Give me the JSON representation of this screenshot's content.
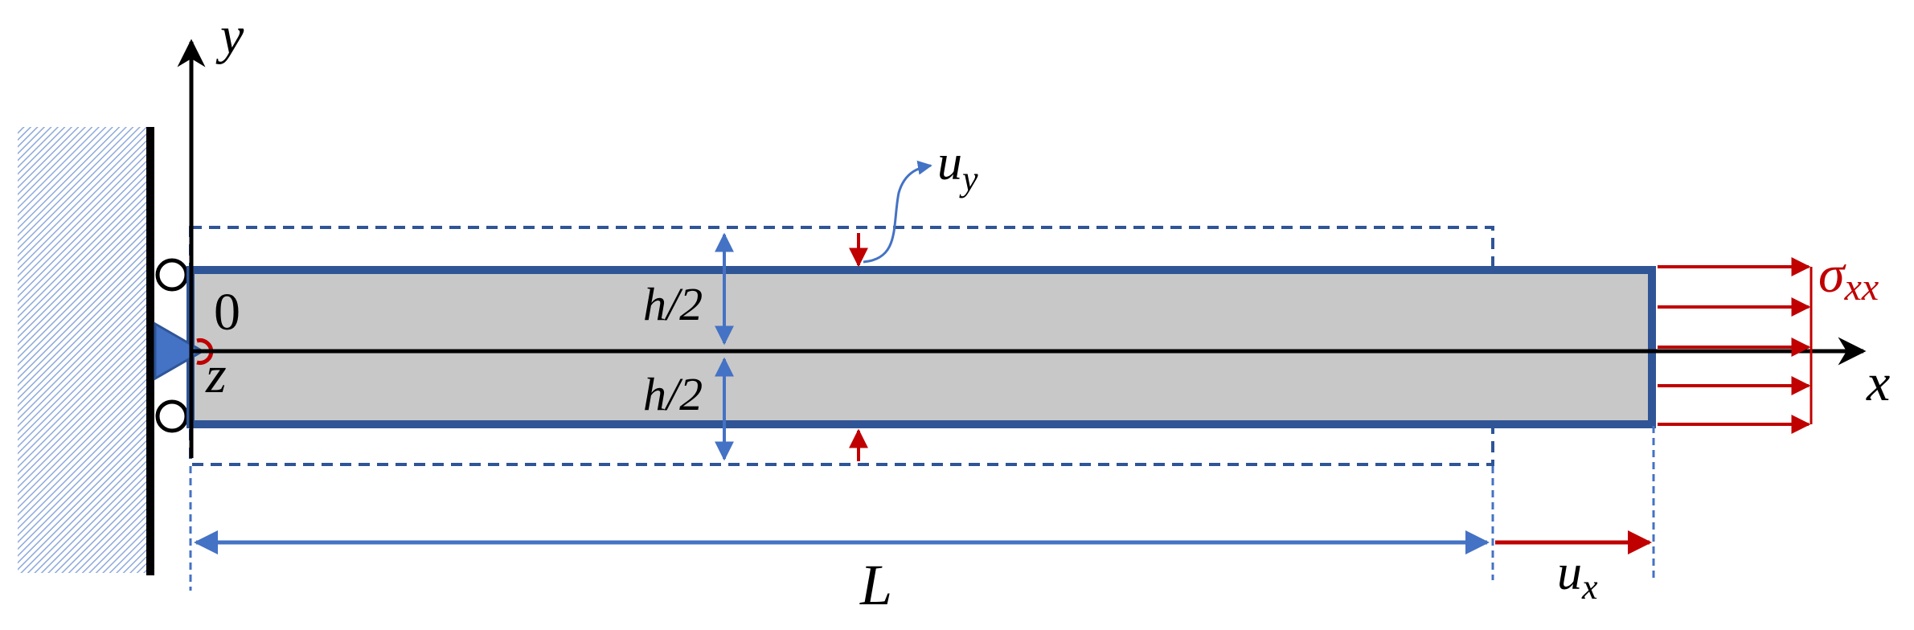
{
  "labels": {
    "y_axis": "y",
    "x_axis": "x",
    "origin": "0",
    "z_axis": "z",
    "half_height_top": "h/2",
    "half_height_bottom": "h/2",
    "length": "L",
    "u_x_base": "u",
    "u_x_sub": "x",
    "u_y_base": "u",
    "u_y_sub": "y",
    "sigma_base": "σ",
    "sigma_sub": "xx"
  },
  "colors": {
    "beam_fill": "#c8c8c8",
    "beam_border": "#2f5597",
    "dashed_outline": "#2f5597",
    "dimension_blue": "#4472c4",
    "load_red": "#c00000",
    "axis_black": "#000000",
    "wall_hatch": "#8ea9db"
  }
}
